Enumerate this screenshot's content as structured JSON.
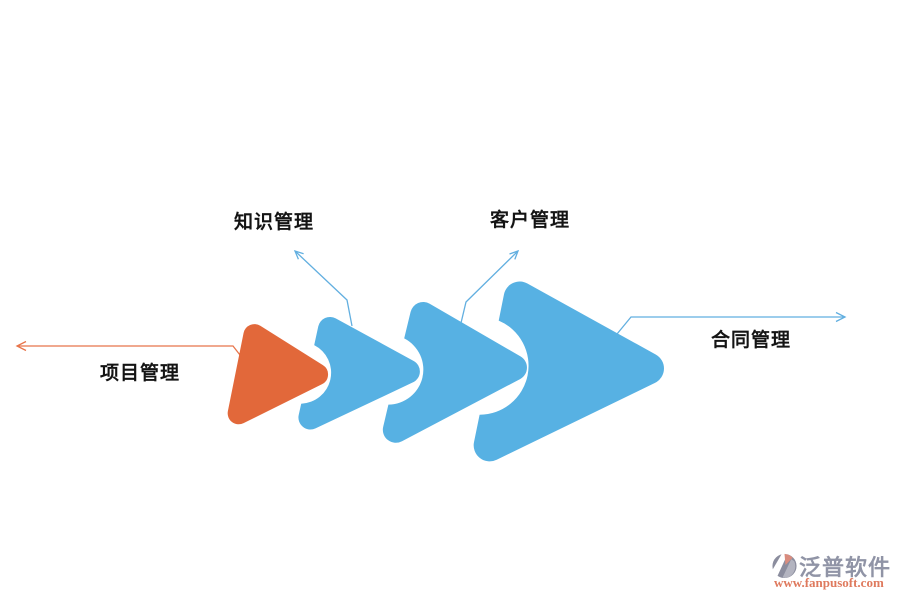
{
  "diagram": {
    "title": "",
    "nodes": {
      "project": {
        "label": "项目管理",
        "shape": "rounded-triangle",
        "shape_color": "#E2683A",
        "line_color": "#E8754B"
      },
      "knowledge": {
        "label": "知识管理",
        "shape": "chevron",
        "shape_color": "#57B1E3",
        "line_color": "#62AFE0"
      },
      "customer": {
        "label": "客户管理",
        "shape": "chevron",
        "shape_color": "#57B1E3",
        "line_color": "#62AFE0"
      },
      "contract": {
        "label": "合同管理",
        "shape": "chevron",
        "shape_color": "#57B1E3",
        "line_color": "#62AFE0"
      }
    },
    "flow_order": [
      "project",
      "knowledge",
      "customer",
      "contract"
    ],
    "background_color": "#ffffff",
    "label_color": "#141414"
  },
  "watermark": {
    "brand": "泛普软件",
    "url": "www.fanpusoft.com",
    "brand_color": "#9094A6",
    "url_color": "#DF7A5E",
    "logo_gray": "#8B8D9E",
    "logo_accent": "#D98C7E"
  }
}
